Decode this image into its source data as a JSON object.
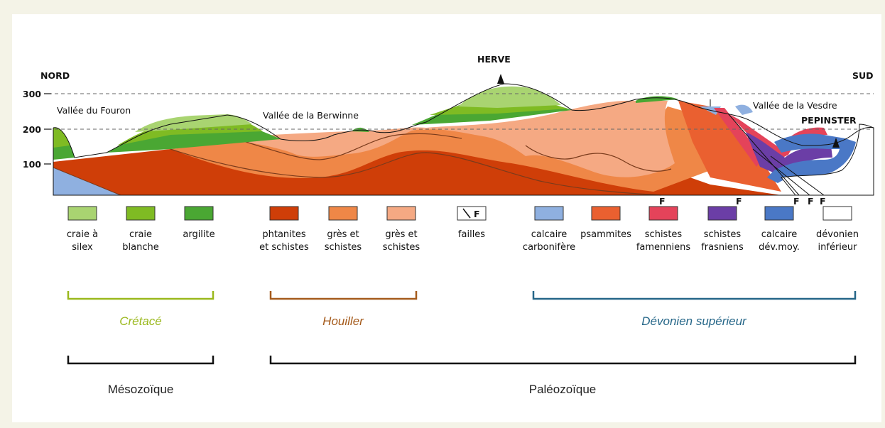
{
  "diagram": {
    "direction_left": "NORD",
    "direction_right": "SUD",
    "altitudes": [
      "300",
      "200",
      "100"
    ],
    "places": {
      "fouron": "Vallée du Fouron",
      "berwinne": "Vallée de la Berwinne",
      "vesdre": "Vallée de la Vesdre",
      "herve": "HERVE",
      "pepinster": "PEPINSTER"
    },
    "fault_marks": [
      "F",
      "F",
      "F",
      "F",
      "F"
    ]
  },
  "legend": [
    {
      "line1": "craie à",
      "line2": "silex",
      "color": "#a9d471"
    },
    {
      "line1": "craie",
      "line2": "blanche",
      "color": "#7fbb23"
    },
    {
      "line1": "argilite",
      "line2": "",
      "color": "#4aa733"
    },
    {
      "line1": "phtanites",
      "line2": "et schistes",
      "color": "#cf3e08"
    },
    {
      "line1": "grès et",
      "line2": "schistes",
      "color": "#ef8747"
    },
    {
      "line1": "grès et",
      "line2": "schistes",
      "color": "#f5a983"
    },
    {
      "line1": "failles",
      "line2": "",
      "color": "#ffffff",
      "symbol": "F"
    },
    {
      "line1": "calcaire",
      "line2": "carbonifère",
      "color": "#8fb0e0"
    },
    {
      "line1": "psammites",
      "line2": "",
      "color": "#ea6030"
    },
    {
      "line1": "schistes",
      "line2": "famenniens",
      "color": "#e4435a"
    },
    {
      "line1": "schistes",
      "line2": "frasniens",
      "color": "#6b3ea6"
    },
    {
      "line1": "calcaire",
      "line2": "dév.moy.",
      "color": "#4a78c6"
    },
    {
      "line1": "dévonien",
      "line2": "inférieur",
      "color": "#ffffff"
    }
  ],
  "periods": [
    {
      "label": "Crétacé",
      "color": "#9ab81c"
    },
    {
      "label": "Houiller",
      "color": "#a55b1c"
    },
    {
      "label": "Dévonien supérieur",
      "color": "#256688"
    }
  ],
  "eras": [
    {
      "label": "Mésozoïque"
    },
    {
      "label": "Paléozoïque"
    }
  ]
}
